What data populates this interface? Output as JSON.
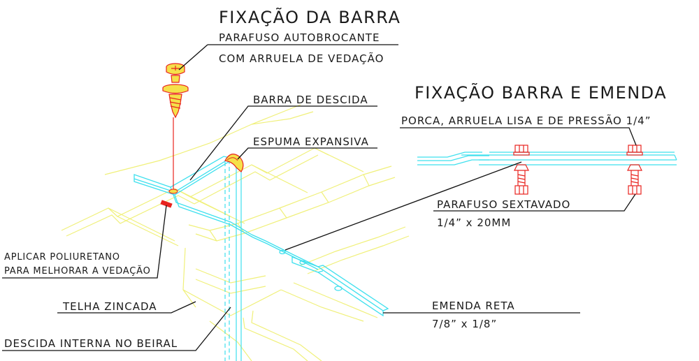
{
  "titles": {
    "bar_fixing": "FIXAÇÃO DA BARRA",
    "bar_splice_fixing": "FIXAÇÃO BARRA E EMENDA"
  },
  "labels": {
    "self_drilling_screw": "PARAFUSO AUTOBROCANTE",
    "sealing_washer": "COM ARRUELA DE VEDAÇÃO",
    "down_bar": "BARRA DE DESCIDA",
    "expanding_foam": "ESPUMA EXPANSIVA",
    "nut_washers": "PORCA, ARRUELA LISA E DE PRESSÃO 1/4”",
    "hex_bolt": "PARAFUSO SEXTAVADO",
    "hex_bolt_size": "1/4” x 20MM",
    "polyurethane_line1": "APLICAR POLIURETANO",
    "polyurethane_line2": "PARA MELHORAR A VEDAÇÃO",
    "zinc_tile": "TELHA ZINCADA",
    "straight_splice": "EMENDA RETA",
    "straight_splice_size": "7/8” x 1/8”",
    "internal_downlead": "DESCIDA INTERNA NO BEIRAL"
  },
  "colors": {
    "tile_lines": "#f0f07a",
    "bar_lines": "#3ee0ee",
    "fastener_lines": "#e8231e",
    "foam_fill": "#f5e04a",
    "label_text": "#1a1a1a",
    "leader_lines": "#111111"
  }
}
